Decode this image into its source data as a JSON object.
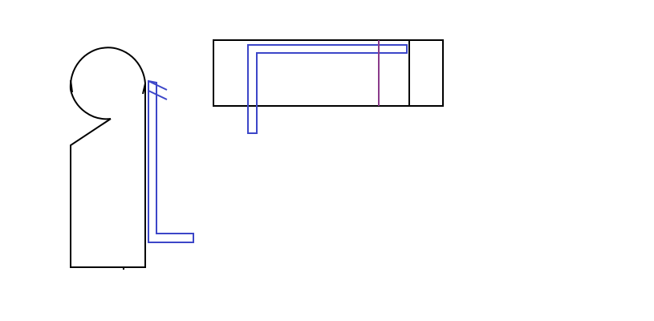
{
  "colors": {
    "background": "#ffffff",
    "outline": "#000000",
    "blue_part": "#3c46c8",
    "purple_line": "#8a3a8a"
  },
  "figures": {
    "left_figure": {
      "parts": [
        "head-circle",
        "body-outline",
        "blue-l-bracket",
        "blue-tick-marks"
      ]
    },
    "right_figure": {
      "parts": [
        "rectangle-outline",
        "blue-l-bracket",
        "purple-vertical-line"
      ]
    }
  }
}
